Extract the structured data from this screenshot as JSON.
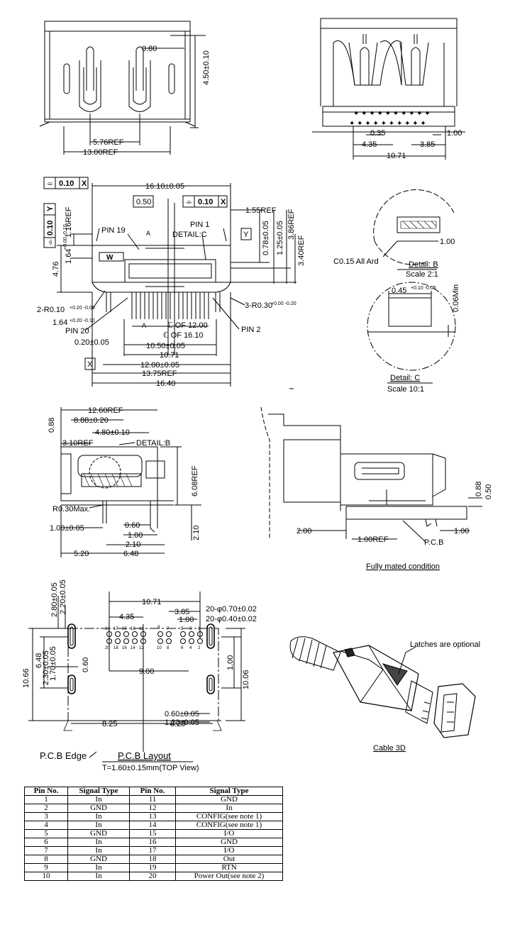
{
  "views": {
    "front_top": {
      "dims": [
        "0.80",
        "4.50±0.10",
        "5.76REF",
        "13.00REF"
      ]
    },
    "rear_top": {
      "dims": [
        "0.35",
        "1.00",
        "4.35",
        "3.85",
        "10.71"
      ]
    },
    "main": {
      "tol_x": {
        "flatness": "⌯",
        "value": "0.10",
        "datum": "X"
      },
      "tol_y": {
        "flatness": "⌯",
        "value": "0.10",
        "datum": "Y"
      },
      "tol_mid": {
        "value": "0.50"
      },
      "tol_right": {
        "flatness": "⌯",
        "value": "0.10",
        "datum": "X"
      },
      "datum_y": "Y",
      "datum_x": "X",
      "dims": {
        "top": "16.10±0.05",
        "r155": "1.55REF",
        "r078": "0.78±0.05",
        "r125": "1.25±0.05",
        "r386": "3.86REF",
        "r340": "3.40REF",
        "l116": "1.16REF",
        "l164": "1.64",
        "l164_tol": "+0.00 -0.10",
        "l476": "4.76",
        "r010": "2-R0.10",
        "r010_tol": "+0.20 -0.00",
        "l164b": "1.64",
        "l164b_tol": "+0.20 -0.10",
        "r030": "3-R0.30",
        "r030_tol": "+0.00 -0.20",
        "p020": "0.20±0.05",
        "cof12": "ℂ OF 12.00",
        "cof16": "ℂ OF 16.10",
        "d1050": "10.50±0.05",
        "d1071": "10.71",
        "d1200": "12.00±0.05",
        "d1375": "13.75REF",
        "d1640": "16.40"
      },
      "labels": {
        "pin19": "PIN 19",
        "pin1": "PIN 1",
        "detailc": "DETAIL:C",
        "pin20": "PIN 20",
        "pin2": "PIN 2",
        "a1": "A",
        "a2": "A",
        "w": "W"
      }
    },
    "detail_b": {
      "chamfer": "C0.15 All Ard",
      "dim": "1.00",
      "title": "Detail: B",
      "scale": "Scale 2:1"
    },
    "detail_c": {
      "dim": "0.45",
      "dim_tol": "+0.10 -0.05",
      "vdim": "0.06Min",
      "title": "Detail: C",
      "scale": "Scale 10:1"
    },
    "side": {
      "dims": {
        "d1260": "12.60REF",
        "d888": "8.88±0.20",
        "d088": "0.88",
        "d480": "4.80±0.10",
        "d310": "3.10REF",
        "detailb": "DETAIL:B",
        "d608": "6.08REF",
        "r030": "R0.30Max.",
        "d100": "1.00±0.05",
        "d060": "0.60",
        "d100b": "1.00",
        "d210": "2.10",
        "d210v": "2.10",
        "d520": "5.20",
        "d648": "6.48"
      }
    },
    "mated": {
      "dims": {
        "d088": "0.88",
        "d050": "0.50",
        "d200": "2.00",
        "d100": "1.00",
        "d100ref": "1.00REF"
      },
      "pcb": "P.C.B",
      "caption": "Fully mated condition"
    },
    "layout": {
      "dims": {
        "d280": "2.80±0.05",
        "d220": "2.20±0.05",
        "d1071": "10.71",
        "d435": "4.35",
        "d385": "3.85",
        "d100": "1.00",
        "h070": "20-φ0.70±0.02",
        "h040": "20-φ0.40±0.02",
        "d648": "6.48",
        "d1066": "10.66",
        "d230": "2.30±0.05",
        "d170": "1.70±0.05",
        "d060": "0.60",
        "d900": "9.00",
        "d100r": "1.00",
        "d1006": "10.06",
        "d060b": "0.60±0.05",
        "d120": "1.20±0.05",
        "d825a": "8.25",
        "d825b": "8.25"
      },
      "top_pins": [
        "19",
        "17",
        "15",
        "13",
        "11",
        "9",
        "7",
        "5",
        "3",
        "1"
      ],
      "bottom_pins": [
        "20",
        "18",
        "16",
        "14",
        "12",
        "10",
        "8",
        "6",
        "4",
        "2"
      ],
      "edge": "P.C.B Edge",
      "title": "P.C.B Layout",
      "subtitle": "T=1.60±0.15mm(TOP View)"
    },
    "cable": {
      "note": "Latches are optional",
      "caption": "Cable 3D"
    }
  },
  "pin_table": {
    "headers": [
      "Pin No.",
      "Signal Type",
      "Pin No.",
      "Signal Type"
    ],
    "rows": [
      [
        "1",
        "In",
        "11",
        "GND"
      ],
      [
        "2",
        "GND",
        "12",
        "In"
      ],
      [
        "3",
        "In",
        "13",
        "CONFIG(see note 1)"
      ],
      [
        "4",
        "In",
        "14",
        "CONFIG(see note 1)"
      ],
      [
        "5",
        "GND",
        "15",
        "I/O"
      ],
      [
        "6",
        "In",
        "16",
        "GND"
      ],
      [
        "7",
        "In",
        "17",
        "I/O"
      ],
      [
        "8",
        "GND",
        "18",
        "Out"
      ],
      [
        "9",
        "In",
        "19",
        "RTN"
      ],
      [
        "10",
        "In",
        "20",
        "Power Out(see note 2)"
      ]
    ]
  }
}
